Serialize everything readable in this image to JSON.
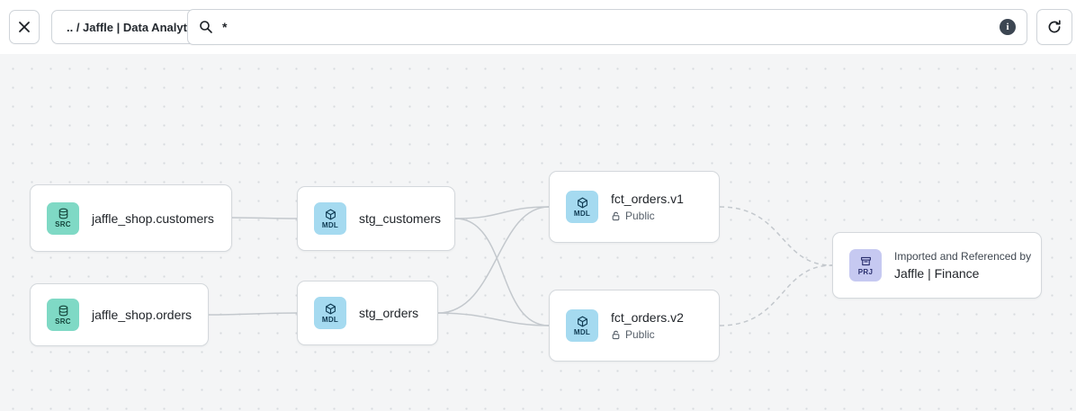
{
  "toolbar": {
    "breadcrumb": ".. / Jaffle | Data Analytics",
    "search_value": "*",
    "info_glyph": "i"
  },
  "icons": {
    "close": "close-icon",
    "search": "search-icon",
    "info": "info-icon",
    "refresh": "refresh-icon",
    "database": "database-icon",
    "cube": "cube-icon",
    "package": "package-icon",
    "lock": "lock-icon"
  },
  "colors": {
    "src_tile": "#7fd9c5",
    "mdl_tile": "#a5daf0",
    "prj_tile": "#c6c9f1",
    "canvas": "#f4f5f6",
    "edge": "#c3c8cd"
  },
  "nodes": [
    {
      "type": "SRC",
      "label": "jaffle_shop.customers"
    },
    {
      "type": "SRC",
      "label": "jaffle_shop.orders"
    },
    {
      "type": "MDL",
      "label": "stg_customers"
    },
    {
      "type": "MDL",
      "label": "stg_orders"
    },
    {
      "type": "MDL",
      "label": "fct_orders.v1",
      "badge": "Public"
    },
    {
      "type": "MDL",
      "label": "fct_orders.v2",
      "badge": "Public"
    },
    {
      "type": "PRJ",
      "title": "Imported and Referenced by",
      "label": "Jaffle | Finance"
    }
  ]
}
